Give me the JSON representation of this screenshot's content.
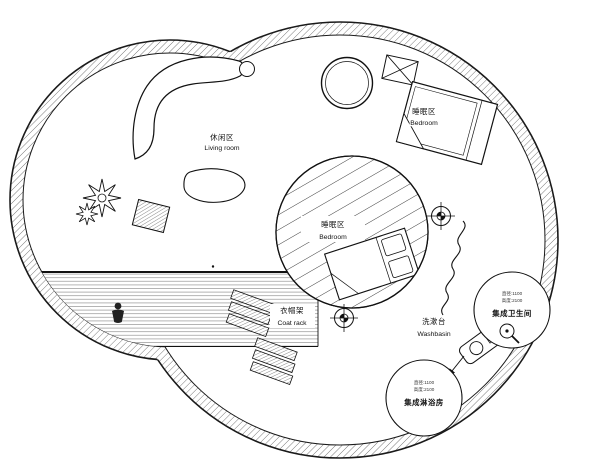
{
  "drawing": {
    "type": "circular-house-floor-plan",
    "labels": {
      "living": {
        "zh": "休闲区",
        "en": "Living room"
      },
      "bedroom_right": {
        "zh": "睡眠区",
        "en": "Bedroom"
      },
      "bedroom_center": {
        "zh": "睡眠区",
        "en": "Bedroom"
      },
      "coat_rack": {
        "zh": "衣帽架",
        "en": "Coat rack"
      },
      "washbasin": {
        "zh": "洗漱台",
        "en": "Washbasin"
      },
      "bathroom_pod": {
        "name": "集成卫生间",
        "spec_line1": "直径:1100",
        "spec_line2": "高度:2100"
      },
      "shower_pod": {
        "name": "集成淋浴房",
        "spec_line1": "直径:1100",
        "spec_line2": "高度:2100"
      }
    },
    "colors": {
      "line": "#1a1a1a",
      "wall_hatch": "#6f6f6f",
      "floor_hatch": "#8c8c8c",
      "background": "#ffffff"
    }
  }
}
